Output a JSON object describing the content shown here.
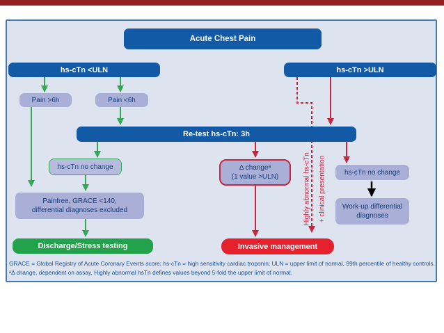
{
  "slide": {
    "top_stripe_color": "#941f1f",
    "panel_border_color": "#4579b2",
    "panel_bg_color": "#dee3f0"
  },
  "flowchart": {
    "nodes": {
      "acute": "Acute Chest Pain",
      "tn_below_uln": "hs-cTn <ULN",
      "tn_above_uln": "hs-cTn >ULN",
      "pain_over_6h": "Pain >6h",
      "pain_under_6h": "Pain <6h",
      "retest": "Re-test hs-cTn: 3h",
      "no_change_left": "hs-cTn no change",
      "delta_change_line1": "Δ changeᵃ",
      "delta_change_line2": "(1 value >ULN)",
      "no_change_right": "hs-cTn no change",
      "painfree_line1": "Painfree, GRACE <140,",
      "painfree_line2": "differential diagnoses excluded",
      "workup_line1": "Work-up differential",
      "workup_line2": "diagnoses",
      "discharge": "Discharge/Stress testing",
      "invasive": "Invasive management"
    },
    "annotations": {
      "vertical_label_1": "Highly abnormal hs-cTn",
      "vertical_label_2": "+ clinical presentation"
    },
    "colors": {
      "node_blue": "#125aa6",
      "node_lavender": "#a9afd6",
      "arrow_green": "#33a852",
      "arrow_red": "#c62641",
      "arrow_black": "#000000",
      "discharge_green": "#22a24b",
      "invasive_red": "#e5212e",
      "text_navy": "#173c78"
    }
  },
  "footnote": {
    "line1": "GRACE = Global Registry of Acute Coronary Events score; hs-cTn = high sensitivity cardiac troponin; ULN = upper limit of normal, 99th percentile of healthy controls.",
    "line2": "ᵃΔ change, dependent on assay. Highly abnormal hsTn defines values beyond 5-fold the upper limit of normal."
  }
}
